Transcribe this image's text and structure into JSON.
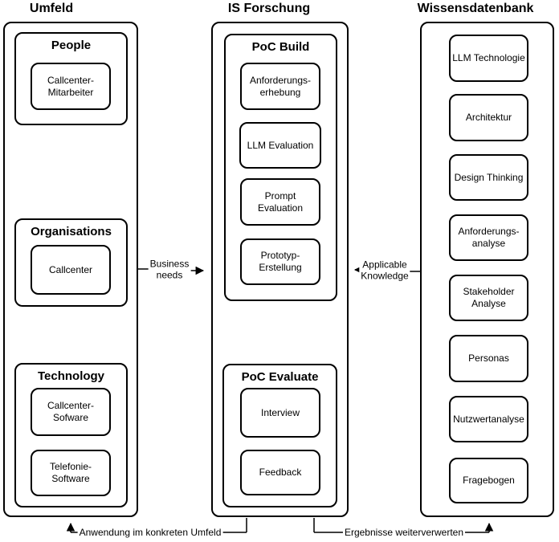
{
  "colors": {
    "line": "#000000",
    "background": "#ffffff",
    "text": "#000000"
  },
  "column_titles": {
    "umfeld": "Umfeld",
    "is_forschung": "IS Forschung",
    "wissensdatenbank": "Wissensdatenbank"
  },
  "umfeld": {
    "people": {
      "title": "People",
      "items": [
        "Callcenter-\nMitarbeiter"
      ]
    },
    "organisations": {
      "title": "Organisations",
      "items": [
        "Callcenter"
      ]
    },
    "technology": {
      "title": "Technology",
      "items": [
        "Callcenter-\nSofware",
        "Telefonie-\nSoftware"
      ]
    }
  },
  "is_forschung": {
    "poc_build": {
      "title": "PoC Build",
      "items": [
        "Anforderungs-\nerhebung",
        "LLM Evaluation",
        "Prompt\nEvaluation",
        "Prototyp-\nErstellung"
      ]
    },
    "poc_evaluate": {
      "title": "PoC Evaluate",
      "items": [
        "Interview",
        "Feedback"
      ]
    }
  },
  "wissensdatenbank": {
    "items": [
      "LLM Technologie",
      "Architektur",
      "Design Thinking",
      "Anforderungs-\nanalyse",
      "Stakeholder\nAnalyse",
      "Personas",
      "Nutzwertanalyse",
      "Fragebogen"
    ]
  },
  "connector_labels": {
    "business_needs": "Business\nneeds",
    "applicable_knowledge": "Applicable\nKnowledge",
    "anwendung": "Anwendung im konkreten Umfeld",
    "ergebnisse": "Ergebnisse weiterverwerten"
  }
}
